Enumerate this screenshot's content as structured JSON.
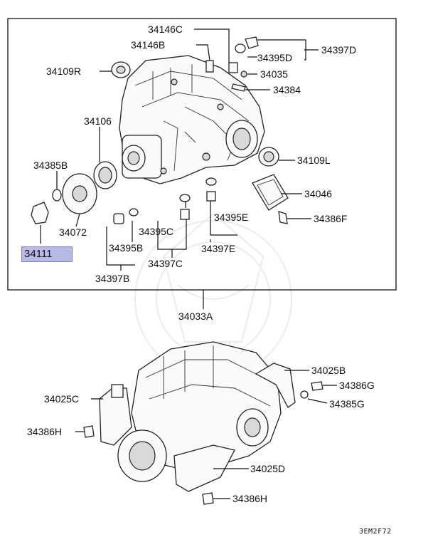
{
  "callouts": {
    "p34146C": "34146C",
    "p34146B": "34146B",
    "p34395D": "34395D",
    "p34397D": "34397D",
    "p34109R": "34109R",
    "p34035": "34035",
    "p34384": "34384",
    "p34106": "34106",
    "p34109L": "34109L",
    "p34385B": "34385B",
    "p34046": "34046",
    "p34072": "34072",
    "p34386F": "34386F",
    "p34395C": "34395C",
    "p34395E": "34395E",
    "p34111": "34111",
    "p34395B": "34395B",
    "p34397E": "34397E",
    "p34397C": "34397C",
    "p34397B": "34397B",
    "p34033A": "34033A",
    "p34025B": "34025B",
    "p34025C": "34025C",
    "p34386G": "34386G",
    "p34385G": "34385G",
    "p34386H_left": "34386H",
    "p34025D": "34025D",
    "p34386H_bottom": "34386H"
  },
  "highlighted_part": "34111",
  "highlight_color": "#b9b9e6",
  "diagram_code": "3EM2F72"
}
